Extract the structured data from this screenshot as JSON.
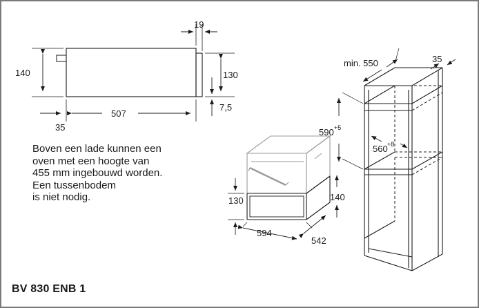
{
  "side_view": {
    "dim_height": "140",
    "dim_depth": "507",
    "dim_panel": "19",
    "dim_front_height": "130",
    "dim_offset": "7,5",
    "dim_front_offset": "35"
  },
  "note_lines": [
    "Boven een lade kunnen een",
    "oven met een hoogte van",
    "455 mm ingebouwd worden.",
    "Een tussenbodem",
    "is niet nodig."
  ],
  "drawer_view": {
    "dim_front_height": "130",
    "dim_side_height": "140",
    "dim_width": "594",
    "dim_depth": "542"
  },
  "cabinet_view": {
    "dim_min_depth_prefix": "min. 550",
    "dim_side": "35",
    "dim_niche_height": "590",
    "dim_niche_height_tol": "+5",
    "dim_niche_width": "560",
    "dim_niche_width_tol": "+8"
  },
  "model": "BV 830 ENB 1"
}
